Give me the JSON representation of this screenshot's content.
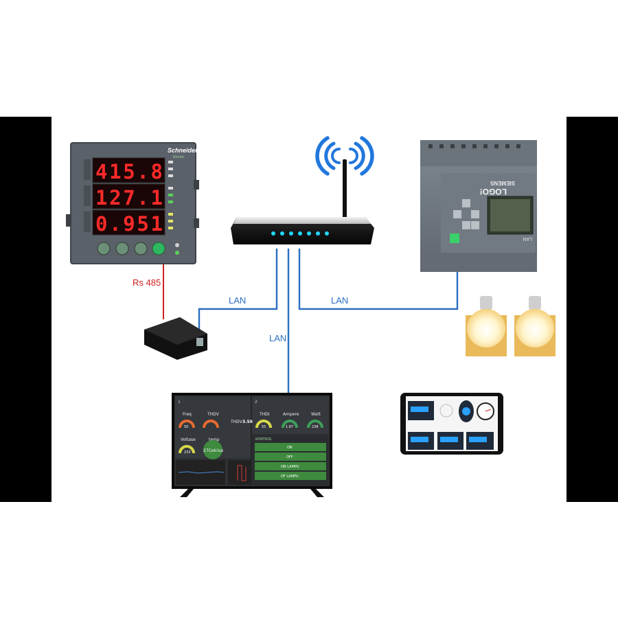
{
  "colors": {
    "lan_line": "#2a6fc0",
    "rs485_line": "#d02020",
    "wifi": "#2277dd",
    "display_digits": "#ff2a2a",
    "dashboard_green": "#3e8a3e"
  },
  "connections": {
    "rs485_label": "Rs 485",
    "lan_left_label": "LAN",
    "lan_right_label": "LAN",
    "lan_down_label": "LAN"
  },
  "power_meter": {
    "brand": "Schneider",
    "brand_sub": "Electric",
    "readings": [
      "415.8",
      "127.1",
      "0.951"
    ]
  },
  "plc": {
    "brand": "SIEMENS",
    "model": "LOGO!",
    "port_label": "LAN"
  },
  "dashboard": {
    "panel1_number": "1",
    "panel2_number": "2",
    "gauges": [
      {
        "label": "Freq",
        "value": "50"
      },
      {
        "label": "THDV",
        "value": ""
      },
      {
        "label": "THDI",
        "value": "55"
      },
      {
        "label": "Ampere",
        "value": "1.87"
      },
      {
        "label": "Watt",
        "value": "238"
      },
      {
        "label": "Voltase",
        "value": "233"
      }
    ],
    "thdv_text": "THDV",
    "thdv_value": "3.59",
    "temp_label": "temp",
    "temp_value": "27Celcius",
    "kontrol_title": "KONTROL",
    "buttons": [
      "ON",
      "OFF",
      "ON LAMPU",
      "OF LAMPU"
    ]
  }
}
